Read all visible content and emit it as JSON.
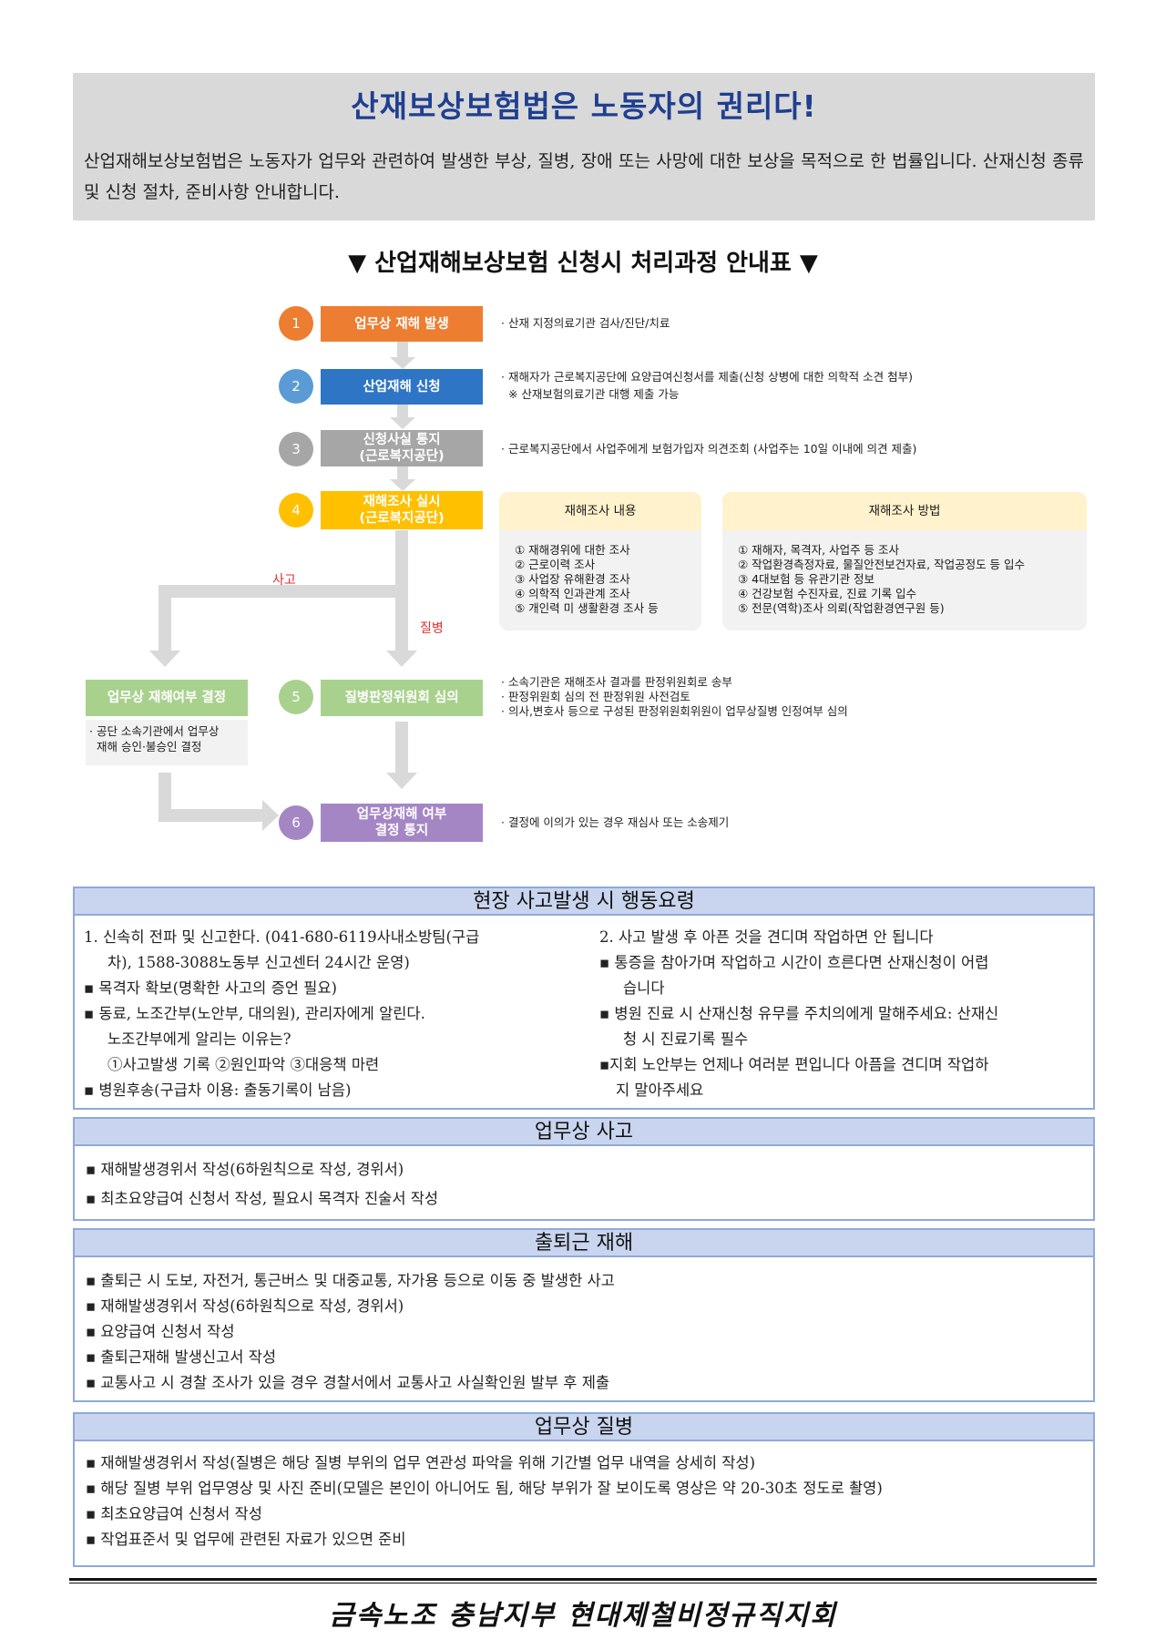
{
  "header": {
    "title": "산재보상보험법은 노동자의 권리다!",
    "description": "산업재해보상보험법은 노동자가 업무와 관련하여 발생한 부상, 질병, 장애 또는 사망에 대한 보상을 목적으로 한 법률입니다. 산재신청 종류 및 신청 절차, 준비사항 안내합니다."
  },
  "flowchart": {
    "title": "▼  산업재해보상보험 신청시 처리과정 안내표  ▼",
    "steps": [
      {
        "num": "1",
        "label": "업무상 재해 발생",
        "notes": [
          "· 산재 지정의료기관 검사/진단/치료"
        ]
      },
      {
        "num": "2",
        "label": "산업재해 신청",
        "notes": [
          "· 재해자가 근로복지공단에 요양급여신청서를 제출(신청 상병에 대한 의학적 소견 첨부)",
          "  ※ 산재보험의료기관 대행 제출 가능"
        ]
      },
      {
        "num": "3",
        "label_line1": "신청사실 통지",
        "label_line2": "(근로복지공단)",
        "notes": [
          "· 근로복지공단에서 사업주에게 보험가입자 의견조회 (사업주는 10일 이내에 의견 제출)"
        ]
      },
      {
        "num": "4",
        "label_line1": "재해조사 실시",
        "label_line2": "(근로복지공단)"
      },
      {
        "num": "5",
        "label": "질병판정위원회 심의",
        "notes": [
          "· 소속기관은 재해조사 결과를 판정위원회로 송부",
          "· 판정위원회 심의 전 판정위원 사전검토",
          "· 의사,변호사 등으로 구성된 판정위원회위원이 업무상질병 인정여부 심의"
        ]
      },
      {
        "num": "6",
        "label_line1": "업무상재해 여부",
        "label_line2": "결정 통지",
        "notes": [
          "· 결정에 이의가 있는 경우 재심사 또는 소송제기"
        ]
      }
    ],
    "investigation_content": {
      "title": "재해조사 내용",
      "items": [
        "① 재해경위에 대한 조사",
        "② 근로이력 조사",
        "③ 사업장 유해환경 조사",
        "④ 의학적 인과관계 조사",
        "⑤ 개인력 미 생활환경 조사 등"
      ]
    },
    "investigation_method": {
      "title": "재해조사 방법",
      "items": [
        "① 재해자, 목격자, 사업주 등 조사",
        "② 작업환경측정자료, 물질안전보건자료, 작업공정도 등 입수",
        "③ 4대보험 등 유관기관 정보",
        "④ 건강보험 수진자료, 진료 기록 입수",
        "⑤ 전문(역학)조사 의뢰(작업환경연구원 등)"
      ]
    },
    "accident_label": "사고",
    "disease_label": "질병",
    "decision_box": "업무상 재해여부 결정",
    "decision_note_line1": "· 공단 소속기관에서 업무상",
    "decision_note_line2": "재해 승인·불승인 결정"
  },
  "onsite": {
    "title": "현장 사고발생 시 행동요령",
    "left": [
      "1. 신속히 전파 및 신고한다. (041-680-6119사내소방팀(구급",
      "차), 1588-3088노동부 신고센터 24시간 운영)",
      "▪ 목격자 확보(명확한 사고의 증언 필요)",
      "▪ 동료, 노조간부(노안부, 대의원), 관리자에게 알린다.",
      "노조간부에게 알리는 이유는?",
      "①사고발생 기록 ②원인파악 ③대응책 마련",
      "▪ 병원후송(구급차 이용: 출동기록이 남음)"
    ],
    "right": [
      "2. 사고 발생 후 아픈 것을 견디며 작업하면 안 됩니다",
      "▪ 통증을 참아가며 작업하고 시간이 흐른다면 산재신청이 어렵",
      "습니다",
      "▪ 병원 진료 시 산재신청 유무를 주치의에게 말해주세요: 산재신",
      "청 시 진료기록 필수",
      "▪지회 노안부는 언제나 여러분 편입니다 아픔을 견디며 작업하",
      "지 말아주세요"
    ]
  },
  "work_accident": {
    "title": "업무상 사고",
    "items": [
      "▪ 재해발생경위서 작성(6하원칙으로 작성, 경위서)",
      "▪ 최초요양급여 신청서 작성, 필요시 목격자 진술서 작성"
    ]
  },
  "commute": {
    "title": "출퇴근 재해",
    "items": [
      "▪  출퇴근 시 도보, 자전거, 통근버스 및 대중교통, 자가용 등으로 이동 중 발생한 사고",
      "▪  재해발생경위서 작성(6하원칙으로 작성, 경위서)",
      "▪  요양급여 신청서 작성",
      "▪  출퇴근재해 발생신고서 작성",
      "▪  교통사고 시 경찰 조사가 있을 경우 경찰서에서 교통사고 사실확인원 발부 후 제출"
    ]
  },
  "disease": {
    "title": "업무상 질병",
    "items": [
      "▪ 재해발생경위서 작성(질병은 해당 질병 부위의 업무 연관성 파악을 위해 기간별 업무 내역을 상세히 작성)",
      "▪ 해당 질병 부위 업무영상 및 사진 준비(모델은 본인이 아니어도 됨, 해당 부위가 잘 보이도록 영상은 약 20-30초 정도로 촬영)",
      "▪ 최초요양급여 신청서 작성",
      "▪ 작업표준서 및 업무에 관련된 자료가 있으면 준비"
    ]
  },
  "footer": {
    "signature": "금속노조 충남지부 현대제철비정규직지회"
  },
  "colors": {
    "title_blue": "#1f3f8f",
    "step1": "#ed7d31",
    "step2": "#2e75c6",
    "step3": "#a6a6a6",
    "step4": "#ffc000",
    "step5": "#a9d18e",
    "step6": "#a586c5",
    "section_border": "#8ea9db",
    "section_header": "#c9d5ee",
    "accident_label": "#e03030"
  }
}
